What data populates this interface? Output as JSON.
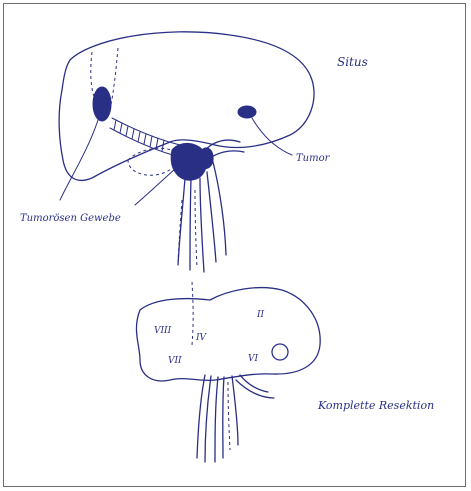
{
  "colors": {
    "ink": "#2a2f86",
    "frame": "#6d6d6d",
    "paper": "#ffffff"
  },
  "annotations": {
    "top_right": "Situs",
    "tumor_label": "Tumor",
    "tumor_thrombus": "Tumorösen Gewebe",
    "bottom_right": "Komplette Resektion"
  },
  "segments": {
    "s2": "II",
    "s4": "IV",
    "s6": "VI",
    "s7": "VII",
    "s8": "VIII"
  }
}
